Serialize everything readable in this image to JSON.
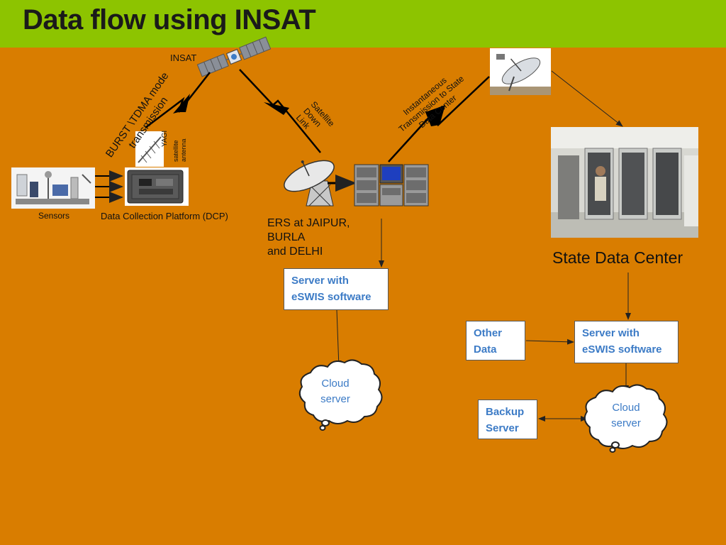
{
  "title": "Data flow using INSAT",
  "labels": {
    "insat": "INSAT",
    "burst_line1": "BURST \\TDMA mode",
    "burst_line2": "transmission",
    "yagi": "YAGI",
    "satellite_antenna_line1": "satellite",
    "satellite_antenna_line2": "antenna",
    "downlink_line1": "Satellite",
    "downlink_line2": "Down",
    "downlink_line3": "Link",
    "instant_line1": "Instantaneous",
    "instant_line2": "Transmission to State",
    "instant_line3": "Data Center",
    "sensors": "Sensors",
    "dcp": "Data Collection Platform (DCP)",
    "ers_line1": "ERS at JAIPUR,",
    "ers_line2": "BURLA",
    "ers_line3": "and DELHI",
    "state_data_center": "State Data Center"
  },
  "boxes": {
    "server_left_line1": "Server with",
    "server_left_line2": "eSWIS software",
    "other_line1": "Other",
    "other_line2": "Data",
    "server_right_line1": "Server with",
    "server_right_line2": "eSWIS software",
    "backup_line1": "Backup",
    "backup_line2": "Server"
  },
  "clouds": {
    "left_line1": "Cloud",
    "left_line2": "server",
    "right_line1": "Cloud",
    "right_line2": "server"
  },
  "colors": {
    "background": "#D97D00",
    "header": "#8DC400",
    "box_text": "#3C7BC6",
    "cloud_text": "#3C7BC6"
  }
}
